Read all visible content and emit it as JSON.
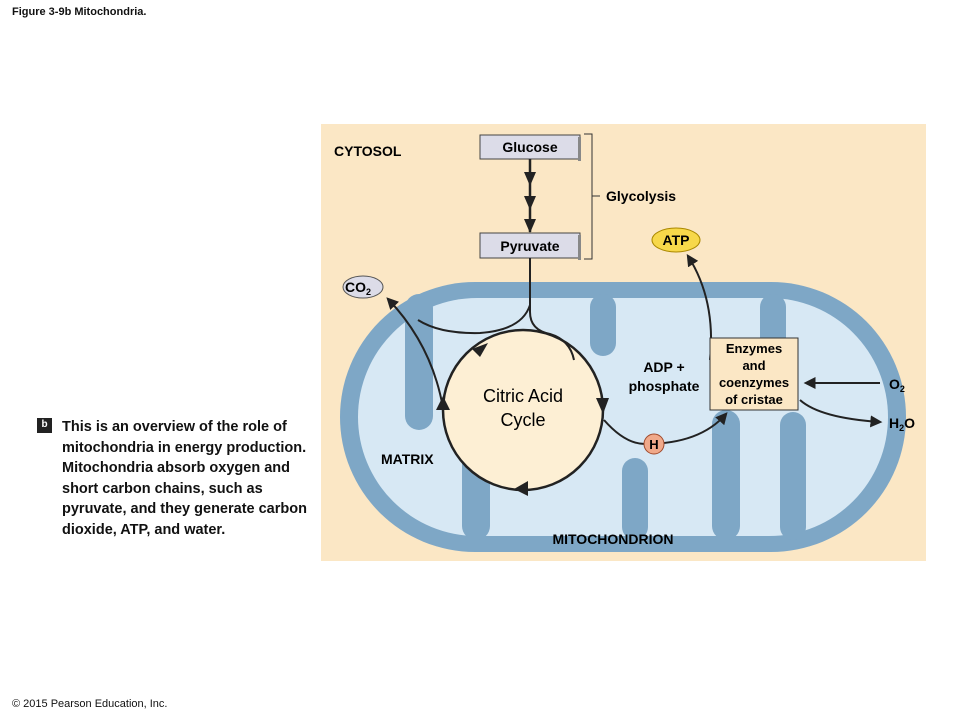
{
  "figure_title": "Figure 3-9b Mitochondria.",
  "copyright": "© 2015 Pearson Education, Inc.",
  "caption": {
    "badge": "b",
    "text": "This is an overview of the role of mitochondria in energy production. Mitochondria absorb oxygen and short carbon chains, such as pyruvate, and they generate carbon dioxide, ATP, and water."
  },
  "diagram": {
    "cytosol_label": "CYTOSOL",
    "glucose_label": "Glucose",
    "pyruvate_label": "Pyruvate",
    "glycolysis_label": "Glycolysis",
    "atp_label": "ATP",
    "co2_label": "CO",
    "co2_sub": "2",
    "citric_line1": "Citric Acid",
    "citric_line2": "Cycle",
    "adp_line1": "ADP +",
    "adp_line2": "phosphate",
    "enzymes_line1": "Enzymes",
    "enzymes_line2": "and",
    "enzymes_line3": "coenzymes",
    "enzymes_line4": "of cristae",
    "o2_label": "O",
    "o2_sub": "2",
    "h2o_h": "H",
    "h2o_sub": "2",
    "h2o_o": "O",
    "h_label": "H",
    "matrix_label": "MATRIX",
    "mitochondrion_label": "MITOCHONDRION",
    "colors": {
      "cytosol_bg": "#fbe7c5",
      "membrane": "#7ea7c6",
      "matrix": "#d7e8f4",
      "cycle_fill": "#fdefd4",
      "label_box": "#dcdce8",
      "atp": "#f7d84a",
      "h_circle": "#f0a98a",
      "enzymes_box": "#fbe7c5"
    }
  }
}
